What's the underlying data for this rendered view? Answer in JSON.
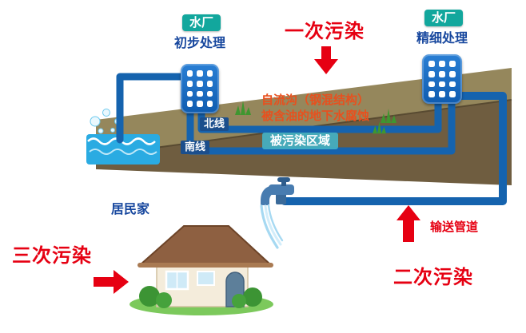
{
  "scene": {
    "plant_left": {
      "badge": "水厂",
      "label": "初步处理"
    },
    "plant_right": {
      "badge": "水厂",
      "label": "精细处理"
    },
    "pollution": {
      "primary": "一次污染",
      "secondary": "二次污染",
      "tertiary": "三次污染"
    },
    "channel": {
      "desc_line1": "自流沟（钢混结构）",
      "desc_line2": "被含油的地下水腐蚀",
      "polluted_area": "被污染区域",
      "north_line": "北线",
      "south_line": "南线"
    },
    "pipeline_label": "输送管道",
    "home_label": "居民家"
  },
  "colors": {
    "pollution_red": "#e60012",
    "channel_text_red": "#e8501e",
    "plant_badge_teal": "#12a79d",
    "plant_label_blue": "#17479e",
    "pipe_blue": "#1563ae",
    "water_blue": "#2aabe2",
    "soil_top": "#95875c",
    "soil_front": "#6f5d40",
    "polluted_area_badge": "#4ab5c4"
  }
}
